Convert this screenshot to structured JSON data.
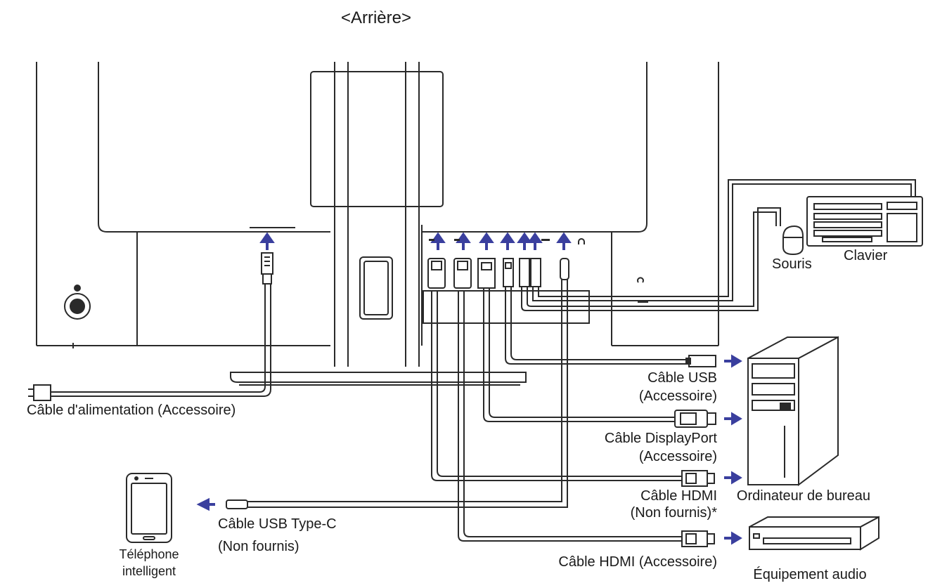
{
  "view_title": "<Arrière>",
  "labels": {
    "power_cable": "Câble d'alimentation (Accessoire)",
    "usb_cable_l1": "Câble USB",
    "usb_cable_l2": "(Accessoire)",
    "displayport_l1": "Câble DisplayPort",
    "displayport_l2": "(Accessoire)",
    "hdmi1_l1": "Câble HDMI",
    "hdmi1_l2": "(Non fournis)*",
    "usbc_l1": "Câble USB Type-C",
    "usbc_l2": "(Non fournis)",
    "hdmi2": "Câble HDMI (Accessoire)",
    "mouse": "Souris",
    "keyboard": "Clavier",
    "desktop": "Ordinateur de bureau",
    "phone_l1": "Téléphone",
    "phone_l2": "intelligent",
    "audio": "Équipement audio"
  },
  "colors": {
    "line": "#2a2a2a",
    "arrow": "#3a3f9e",
    "fill": "#ffffff"
  }
}
